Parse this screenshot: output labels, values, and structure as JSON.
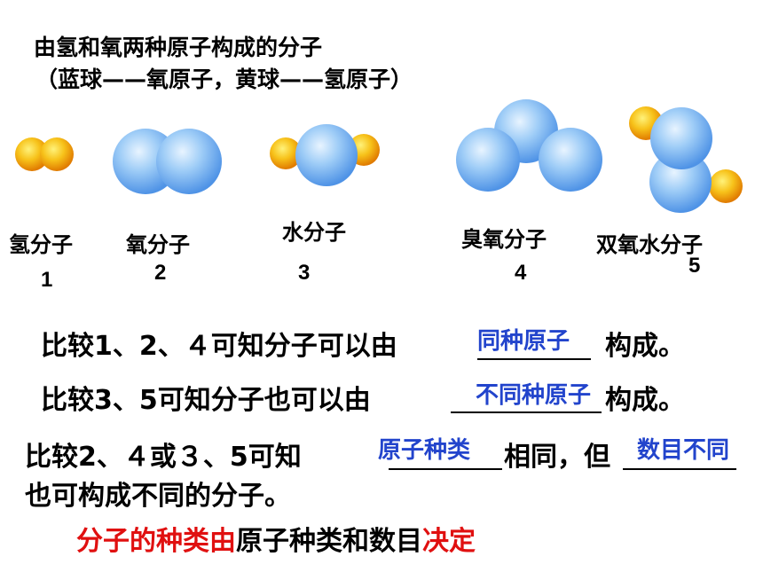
{
  "header": {
    "line1": "由氢和氧两种原子构成的分子",
    "line2": "（蓝球——氧原子，黄球——氢原子）"
  },
  "colors": {
    "oxygen_blue": "#8fc4f5",
    "hydrogen_yellow": "#f2b10a",
    "answer_blue": "#2244cc",
    "emphasis_red": "#e01010"
  },
  "molecules": [
    {
      "label": "氢分子",
      "number": "1"
    },
    {
      "label": "氧分子",
      "number": "2"
    },
    {
      "label": "水分子",
      "number": "3"
    },
    {
      "label": "臭氧分子",
      "number": "4"
    },
    {
      "label": "双氧水分子",
      "number": "5"
    }
  ],
  "comparisons": [
    {
      "prefix": "比较1、2、４可知分子可以由",
      "answer": "同种原子",
      "suffix": "构成。"
    },
    {
      "prefix": "比较3、5可知分子也可以由",
      "answer": "不同种原子",
      "suffix": "构成。"
    },
    {
      "prefix": "比较2、４或３、5可知",
      "answer1": "原子种类",
      "middle": "相同，但",
      "answer2": "数目不同",
      "line2": "也可构成不同的分子。"
    }
  ],
  "conclusion": {
    "part1": "分子的种类由",
    "part2": "原子种类和数目",
    "part3": "决定"
  }
}
